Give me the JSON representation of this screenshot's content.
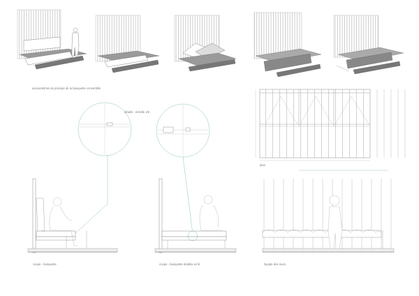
{
  "captions": {
    "axonometries": "axonométries du principe de la banquette convertible",
    "detail": "détails - échelle 1/5",
    "plan": "plan",
    "section_seated": "coupe - banquette",
    "section_unfolded": "coupe - banquette dépliée en lit",
    "elevation": "façade des murs"
  },
  "detail_left_notes": [
    "",
    "",
    "",
    "",
    ""
  ],
  "detail_right_notes": [
    "",
    "",
    "",
    ""
  ],
  "elevation_note": "",
  "glazing_note": "",
  "colors": {
    "line": "#8a8a8a",
    "light": "#c8c8c8",
    "fill_dark": "#8f8f8f",
    "fill_mid": "#b5b5b5",
    "leader": "#7fbf9a"
  }
}
